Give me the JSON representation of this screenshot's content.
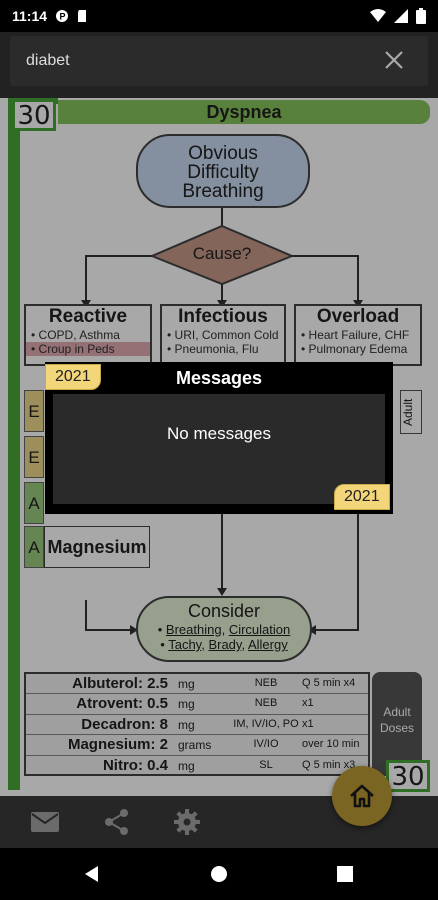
{
  "status_bar": {
    "time": "11:14"
  },
  "search": {
    "value": "diabet"
  },
  "diagram": {
    "page_number": "30",
    "title": "Dyspnea",
    "start_lines": [
      "Obvious",
      "Difficulty",
      "Breathing"
    ],
    "decision": "Cause?",
    "boxes": [
      {
        "title": "Reactive",
        "items": [
          "COPD, Asthma",
          "Croup in Peds"
        ]
      },
      {
        "title": "Infectious",
        "items": [
          "URI, Common Cold",
          "Pneumonia, Flu"
        ]
      },
      {
        "title": "Overload",
        "items": [
          "Heart Failure, CHF",
          "Pulmonary Edema"
        ]
      }
    ],
    "side_letters": [
      "E",
      "E",
      "A",
      "A"
    ],
    "magnesium": "Magnesium",
    "adult_side": "Adult",
    "consider": {
      "title": "Consider",
      "line1": {
        "a": "Breathing",
        "sep": ", ",
        "b": "Circulation"
      },
      "line2": {
        "a": "Tachy",
        "sep1": ", ",
        "b": "Brady",
        "sep2": ", ",
        "c": "Allergy"
      }
    },
    "doses": [
      {
        "drug": "Albuterol:",
        "amount": "2.5",
        "unit": "mg",
        "route": "NEB",
        "freq": "Q 5 min x4"
      },
      {
        "drug": "Atrovent:",
        "amount": "0.5",
        "unit": "mg",
        "route": "NEB",
        "freq": "x1"
      },
      {
        "drug": "Decadron:",
        "amount": "8",
        "unit": "mg",
        "route": "IM, IV/IO, PO",
        "freq": "x1"
      },
      {
        "drug": "Magnesium:",
        "amount": "2",
        "unit": "grams",
        "route": "IV/IO",
        "freq": "over 10 min"
      },
      {
        "drug": "Nitro:",
        "amount": "0.4",
        "unit": "mg",
        "route": "SL",
        "freq": "Q 5 min x3"
      }
    ],
    "adult_doses": [
      "Adult",
      "Doses"
    ],
    "footer_number": "30"
  },
  "dialog": {
    "title": "Messages",
    "empty_text": "No messages",
    "tag_top": "2021",
    "tag_bottom": "2021"
  },
  "bottom_bar": {
    "icons": [
      "mail-icon",
      "share-icon",
      "settings-icon"
    ],
    "fab_icon": "home-icon"
  },
  "nav_bar": {
    "icons": [
      "back-icon",
      "home-circle-icon",
      "recents-icon"
    ]
  },
  "colors": {
    "accent_green": "#4aa83a",
    "title_green": "#86c45a",
    "tag_yellow": "#f3d67a",
    "fab": "#7b6522"
  }
}
